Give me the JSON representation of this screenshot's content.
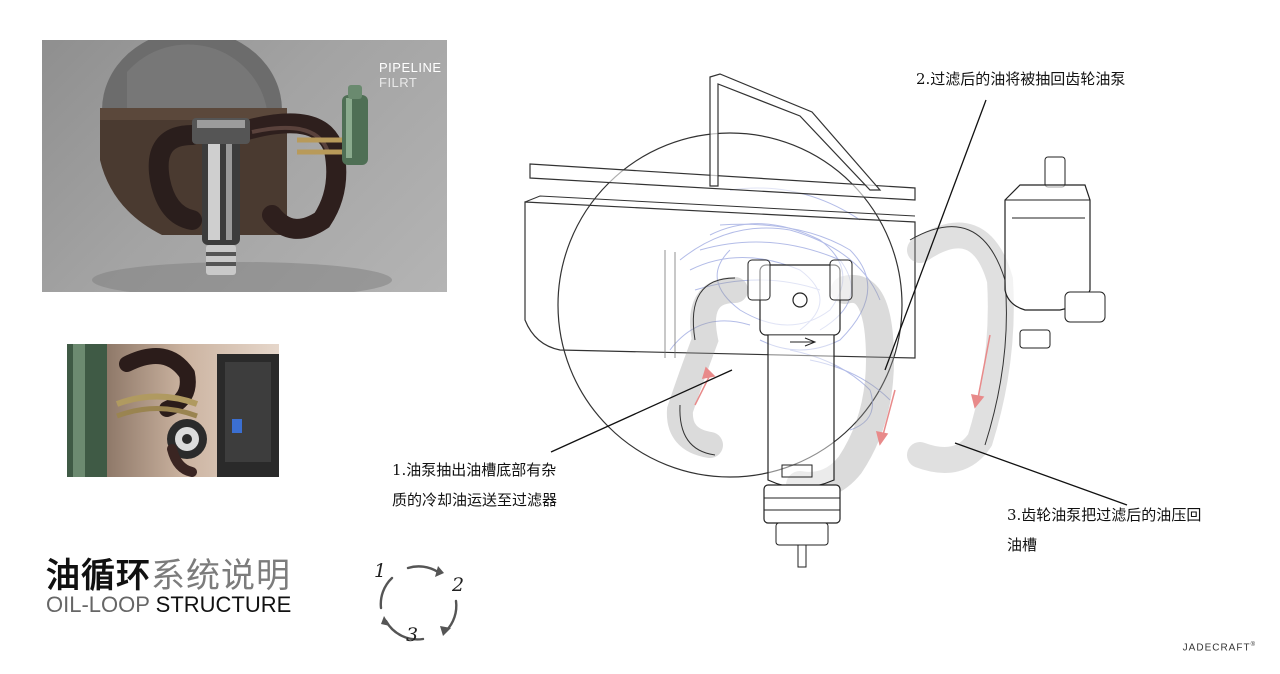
{
  "render": {
    "label_bold": "PIPELINE",
    "label_light": "FILRT"
  },
  "title": {
    "cn_strong": "油循环",
    "cn_light": "系统说明",
    "en_light": "OIL-LOOP",
    "en_strong": "STRUCTURE"
  },
  "loop_icon": {
    "steps": [
      "1",
      "2",
      "3"
    ],
    "stroke_color": "#555555"
  },
  "notes": {
    "step1": [
      "1.油泵抽出油槽底部有杂",
      "质的冷却油运送至过滤器"
    ],
    "step2": [
      "2.过滤后的油将被抽回齿轮油泵"
    ],
    "step3": [
      "3.齿轮油泵把过滤后的油压回",
      "油槽"
    ]
  },
  "colors": {
    "flow_arrow": "#e88a8a",
    "wire_blue": "#9aa6e0",
    "outline": "#222222"
  },
  "brand": {
    "name": "JADECRAFT",
    "mark": "®"
  }
}
